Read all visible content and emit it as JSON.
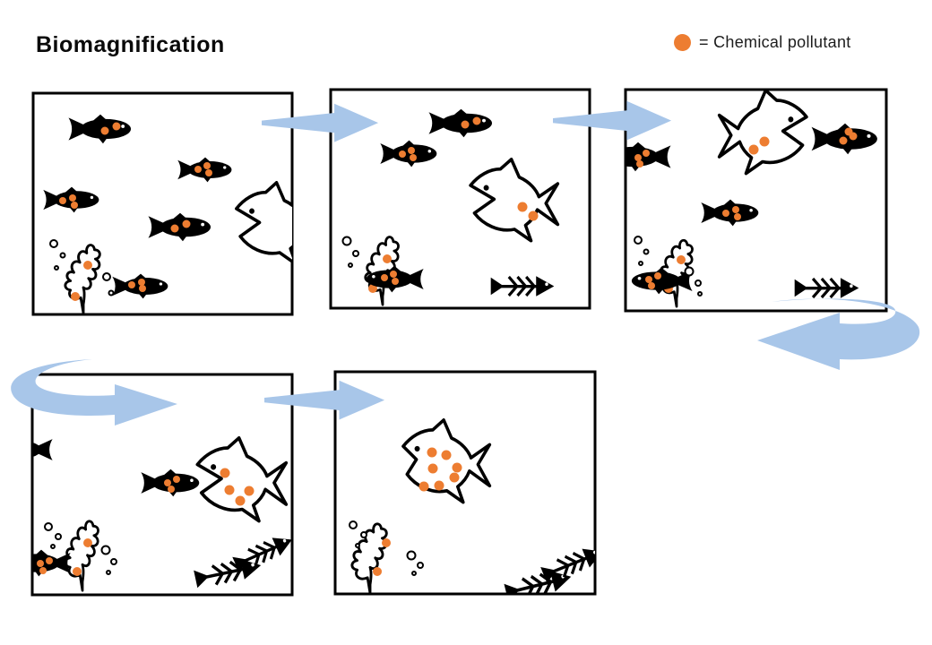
{
  "title": "Biomagnification",
  "legend": {
    "symbol": "pollutant-dot",
    "text": "= Chemical pollutant"
  },
  "colors": {
    "pollutant": "#ED7D31",
    "arrow": "#A8C6E9",
    "ink": "#000000",
    "paper": "#FFFFFF"
  },
  "diagram": {
    "type": "process-flow",
    "flow_order": [
      "stage-1",
      "stage-2",
      "stage-3",
      "stage-4",
      "stage-5"
    ],
    "stages": [
      {
        "id": "stage-1",
        "small_fish": 5,
        "small_fish_dot_counts": [
          2,
          3,
          3,
          2,
          3
        ],
        "big_fish_dots": 0,
        "fish_skeletons": 0,
        "seaweed_dots": 2
      },
      {
        "id": "stage-2",
        "small_fish": 3,
        "small_fish_dot_counts": [
          2,
          3,
          3
        ],
        "big_fish_dots": 2,
        "fish_skeletons": 1,
        "seaweed_dots": 2
      },
      {
        "id": "stage-3",
        "small_fish": 4,
        "small_fish_dot_counts": [
          3,
          3,
          3,
          3
        ],
        "big_fish_dots": 2,
        "fish_skeletons": 1,
        "seaweed_dots": 2
      },
      {
        "id": "stage-4",
        "small_fish": 2,
        "small_fish_dot_counts": [
          3,
          3
        ],
        "big_fish_dots": 4,
        "fish_skeletons": 2,
        "seaweed_dots": 2
      },
      {
        "id": "stage-5",
        "small_fish": 0,
        "small_fish_dot_counts": [],
        "big_fish_dots": 7,
        "fish_skeletons": 2,
        "seaweed_dots": 2
      }
    ],
    "arrows": [
      "stage1-to-stage2",
      "stage2-to-stage3",
      "stage3-wrap-out",
      "wrap-into-stage4",
      "stage4-to-stage5"
    ]
  }
}
